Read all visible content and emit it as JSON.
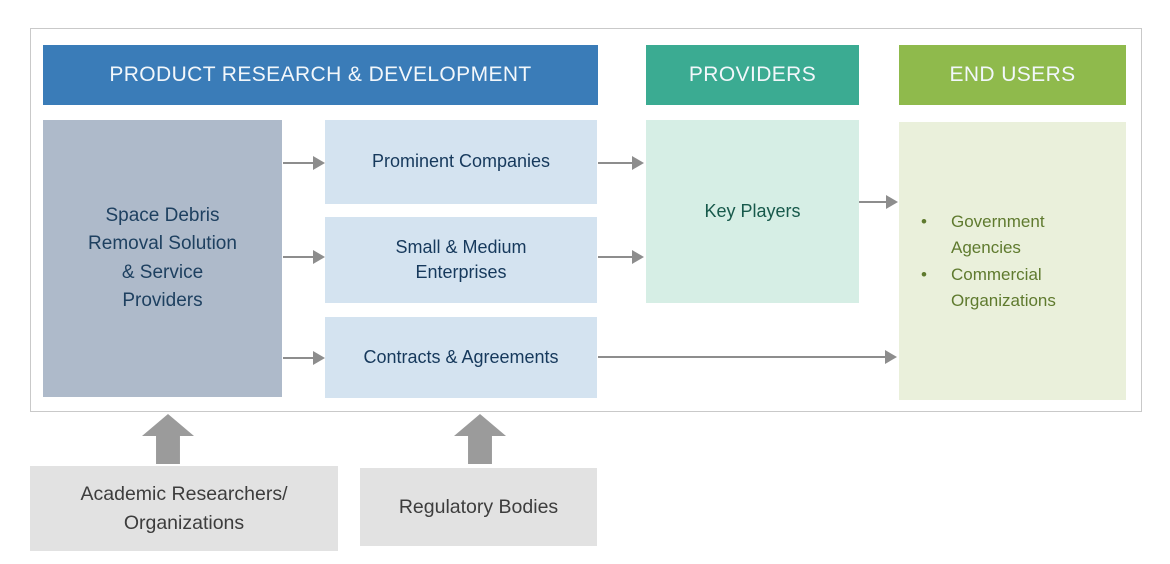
{
  "headers": {
    "product_rd": "PRODUCT RESEARCH & DEVELOPMENT",
    "providers": "PROVIDERS",
    "end_users": "END USERS"
  },
  "nodes": {
    "source": "Space Debris\nRemoval Solution\n& Service\nProviders",
    "prominent_companies": "Prominent Companies",
    "small_medium_enterprises": "Small & Medium\nEnterprises",
    "contracts_agreements": "Contracts & Agreements",
    "key_players": "Key Players",
    "end_user_bullets": [
      {
        "label": "Government\nAgencies"
      },
      {
        "label": "Commercial\nOrganizations"
      }
    ],
    "academic": "Academic Researchers/\nOrganizations",
    "regulatory": "Regulatory Bodies"
  },
  "glyphs": {
    "bullet": "•"
  },
  "colors": {
    "header_blue": "#3a7cb8",
    "header_teal": "#3bab92",
    "header_olive": "#8fba4c",
    "source_box": "#aebaca",
    "light_blue_box": "#d4e3f0",
    "mint_box": "#d6eee5",
    "light_olive_box": "#eaf0db",
    "gray_box": "#e2e2e2",
    "arrow_gray": "#8d8d8d",
    "block_arrow_gray": "#9b9b9b",
    "text_navy": "#1e4060",
    "text_teal": "#17594b",
    "text_olive": "#5f7a2e",
    "text_dark": "#3d3d3d",
    "frame_border": "#c9c9c9"
  }
}
